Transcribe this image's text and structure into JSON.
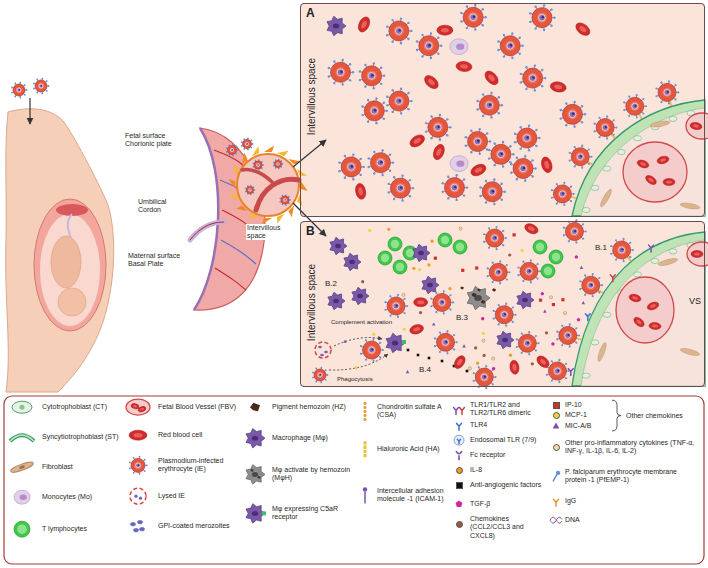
{
  "diagram": {
    "nodes": [
      {
        "text": [
          "A",
          "Intervillous space"
        ]
      },
      {
        "text": [
          "B",
          "Intervillous space"
        ]
      }
    ],
    "labels": [
      "Fetal surface Chorionic plate",
      "Umbilical Cordon",
      "Maternal surface Basal Plate",
      "Intervillous space",
      "B.2",
      "B.1",
      "B.3",
      "B.4",
      "Complement activation",
      "Phagocytosis",
      "VS",
      "Other chemokines"
    ],
    "legend": [
      {
        "text": "Cytotrophoblast (CT)"
      },
      {
        "text": "Syncytiotrophoblast (ST)"
      },
      {
        "text": "Fibroblast"
      },
      {
        "text": "Monocytes (Mo)"
      },
      {
        "text": "T lymphocytes"
      },
      {
        "text": "Fetal Blood Vessel (FBV)"
      },
      {
        "text": "Red blood cell"
      },
      {
        "text": "Plasmodium-infected erythrocyte (IE)"
      },
      {
        "text": "Lysed IE"
      },
      {
        "text": "GPI-coated merozoites"
      },
      {
        "text": "Pigment hemozoin (HZ)"
      },
      {
        "text": "Macrophage (Mφ)"
      },
      {
        "text": "Mφ activate by hemozoin (MφH)"
      },
      {
        "text": "Mφ expressing C5aR receptor"
      },
      {
        "text": "Chondroitin sulfate A (CSA)"
      },
      {
        "text": "Hialuronic Acid (HA)"
      },
      {
        "text": "Intercellular adhesion molecule -1 (ICAM-1)"
      },
      {
        "text": "TLR1/TLR2 and TLR2/TLR6 dimeric"
      },
      {
        "text": "TLR4"
      },
      {
        "text": "Endosomal TLR (7/9)"
      },
      {
        "text": "Fc receptor"
      },
      {
        "text": "IL-8",
        "color": "#f39a1e"
      },
      {
        "text": "Anti-angiogenic factors",
        "color": "#111111"
      },
      {
        "text": "TGF-β"
      },
      {
        "text": "Chemokines (CCL2/CCL3 and CXCL8)",
        "color": "#9a5b3c"
      },
      {
        "text": "IP-10",
        "color": "#d0312d"
      },
      {
        "text": "MCP-1",
        "color": "#f2d23c"
      },
      {
        "text": "MIC-A/B"
      },
      {
        "text": "Other pro-inflammatory cytokines (TNF-α, INF-γ, IL-1β, IL-6, IL-2)",
        "color": "#f1d9a0"
      },
      {
        "text": "P. falciparum erythrocyte membrane protein -1 (PfEMP-1)"
      },
      {
        "text": "IgG"
      },
      {
        "text": "DNA"
      }
    ]
  }
}
